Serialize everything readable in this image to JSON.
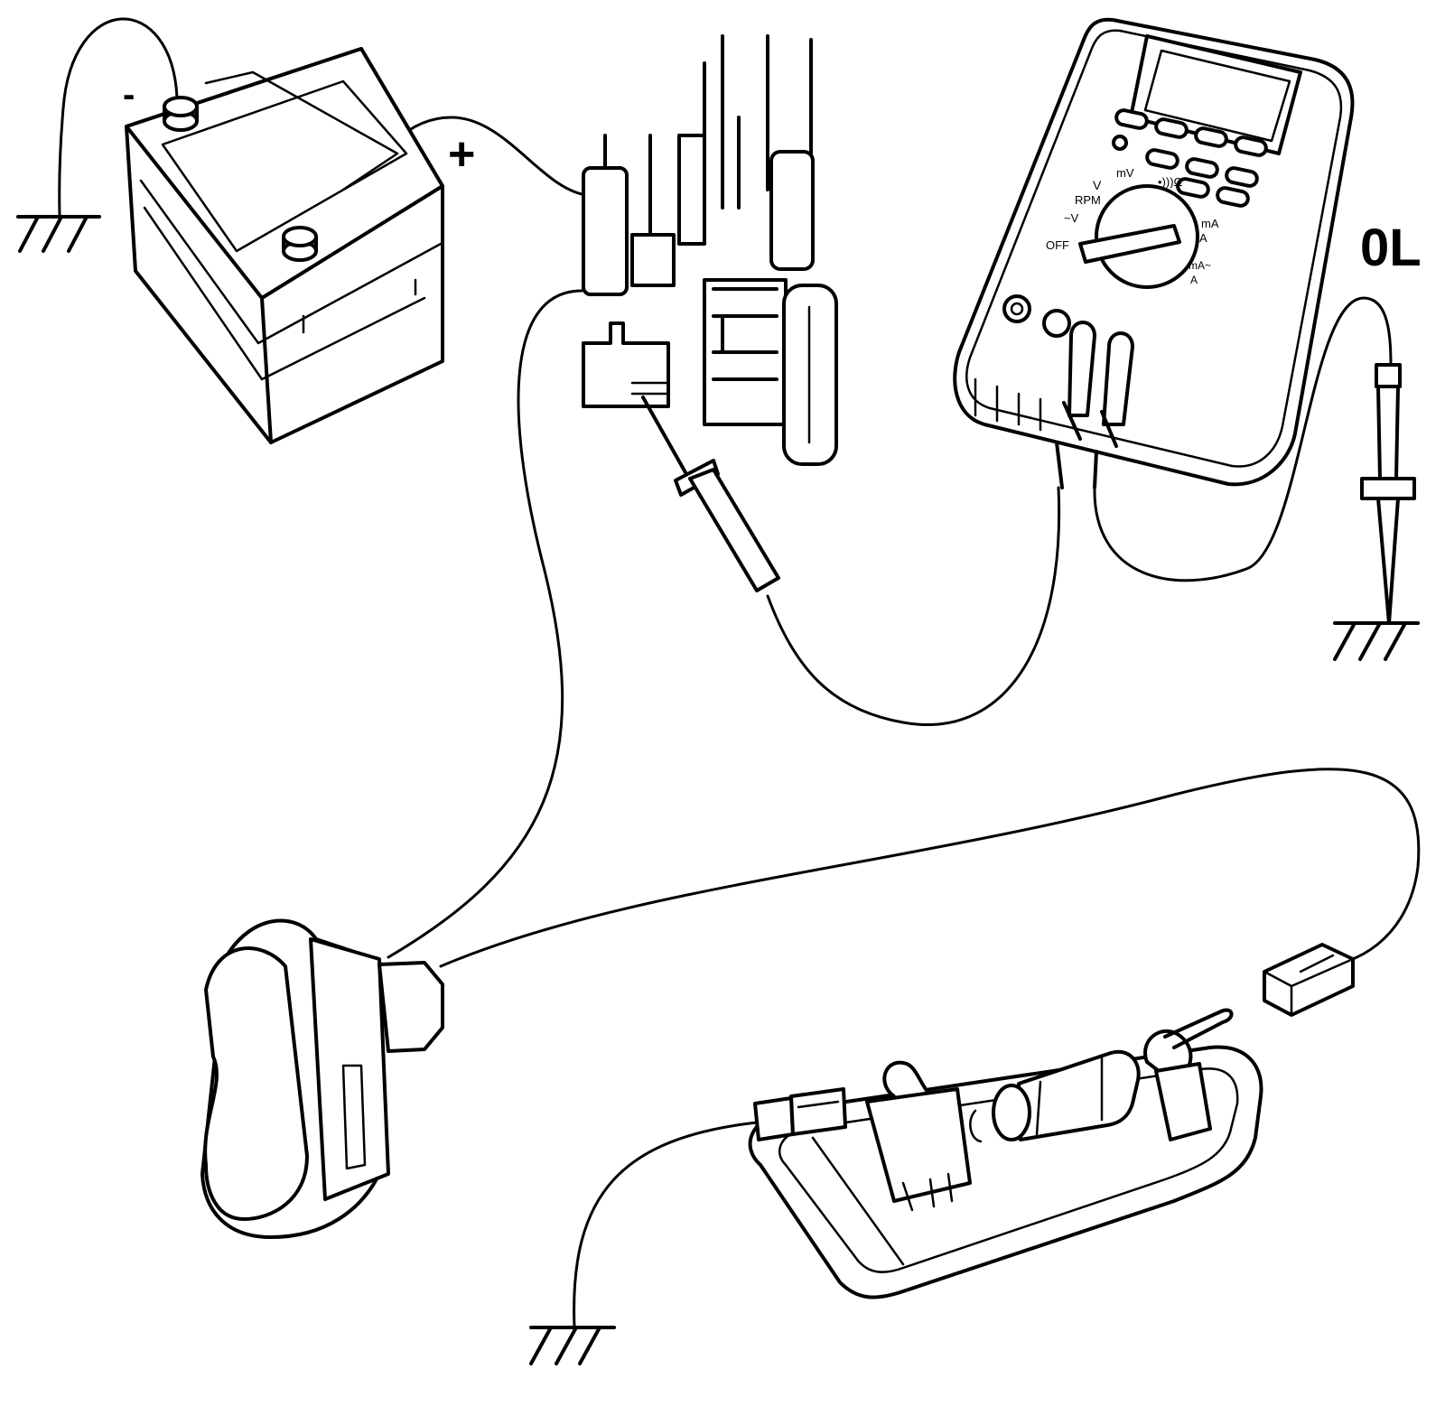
{
  "diagram": {
    "battery": {
      "negative_label": "-",
      "positive_label": "+"
    },
    "multimeter": {
      "reading": "0L",
      "dial_labels": {
        "dc_v": "V",
        "rpm": "RPM",
        "mv": "mV",
        "ohm": "•)))Ω",
        "ac_v": "~V",
        "off": "OFF",
        "ma_a_dc": "mA",
        "a_dc": "A",
        "ma_a_ac": "mA~",
        "a_ac": "A"
      }
    }
  }
}
